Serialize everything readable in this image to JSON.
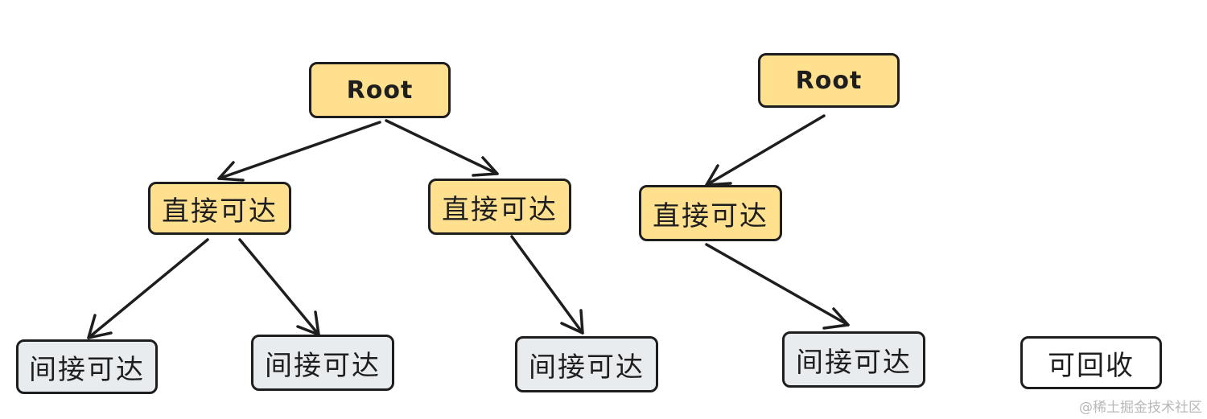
{
  "diagram": {
    "left_tree": {
      "root": "Root",
      "direct_1": "直接可达",
      "direct_2": "直接可达",
      "indirect_1": "间接可达",
      "indirect_2": "间接可达",
      "indirect_3": "间接可达"
    },
    "right_tree": {
      "root": "Root",
      "direct_1": "直接可达",
      "indirect_1": "间接可达"
    },
    "orphan": "可回收"
  },
  "watermark": "@稀土掘金技术社区",
  "colors": {
    "reachable_fill": "#ffe08e",
    "indirect_fill": "#e9ecef",
    "collectable_fill": "#ffffff",
    "stroke": "#1e1e1e"
  }
}
